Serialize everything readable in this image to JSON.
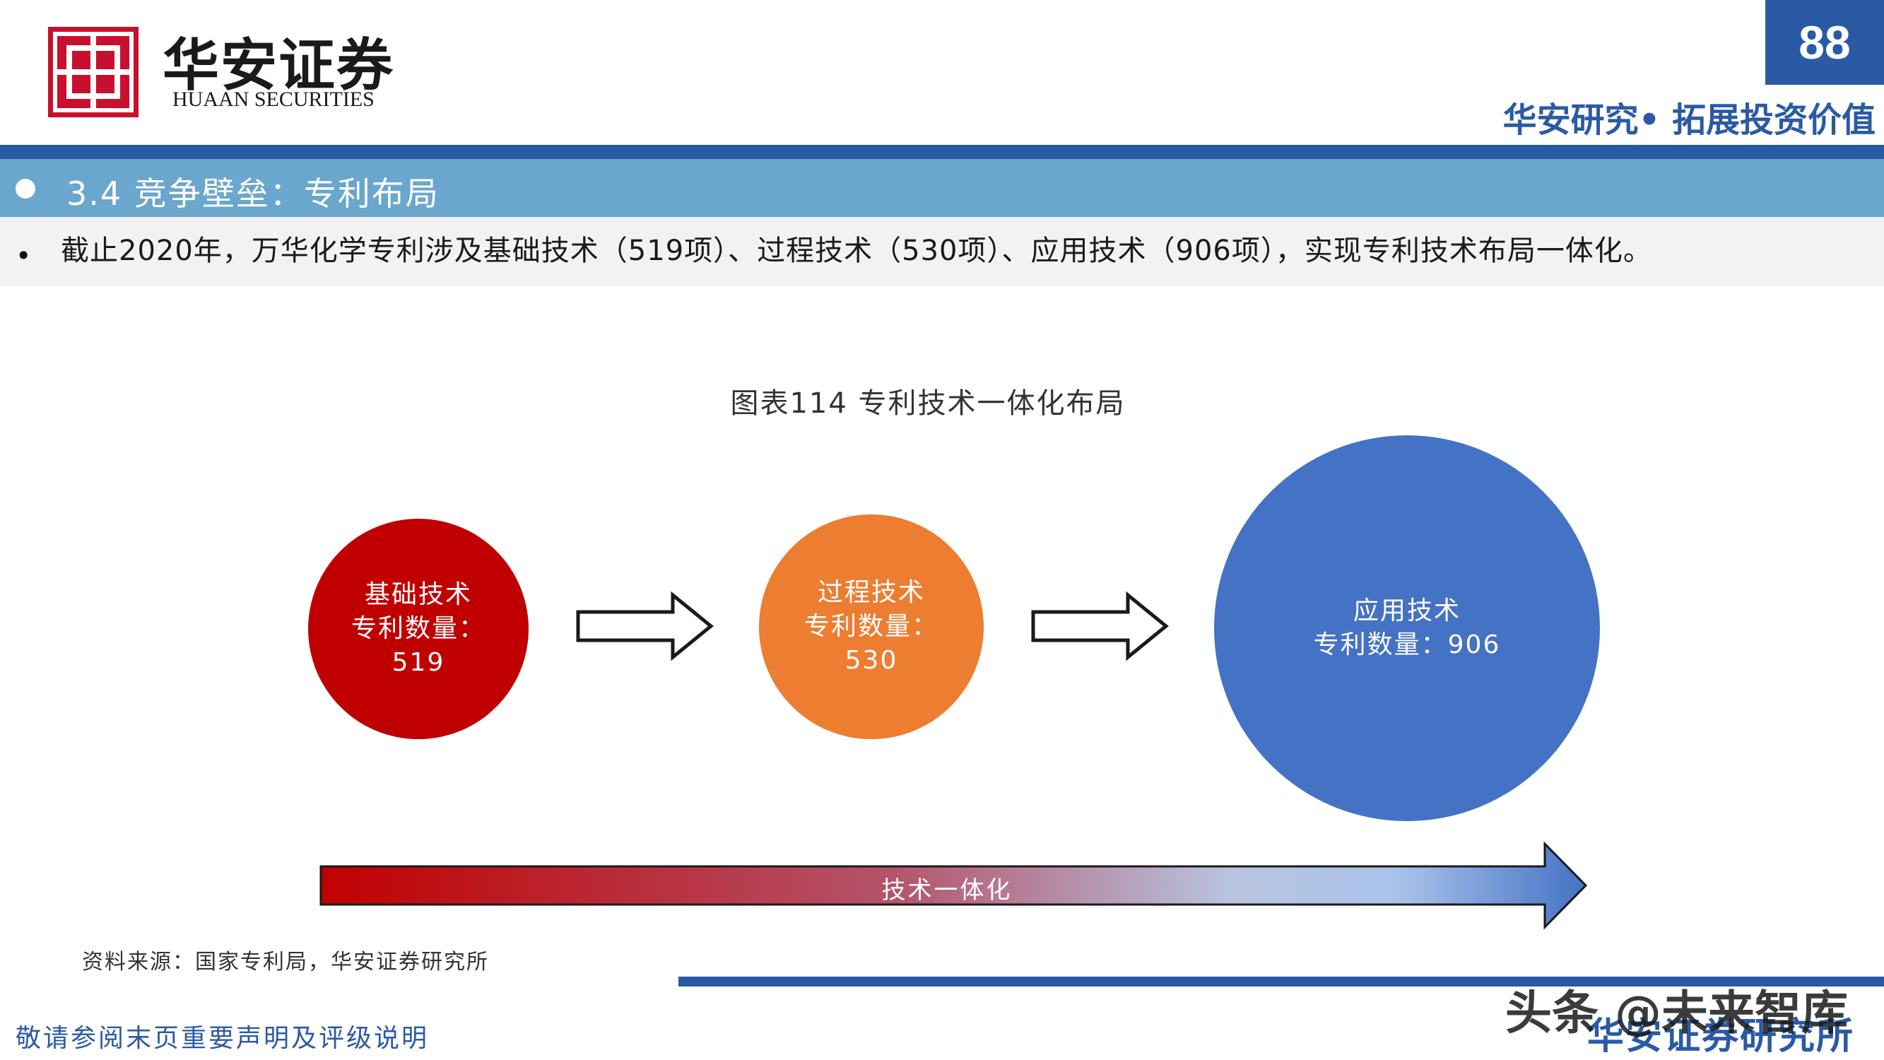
{
  "header": {
    "logo_cn": "华安证券",
    "logo_en": "HUAAN SECURITIES",
    "page_number": "88",
    "slogan": "华安研究• 拓展投资价值"
  },
  "section": {
    "title": "3.4 竞争壁垒：专利布局"
  },
  "bullet": {
    "marker": "•",
    "text": "截止2020年，万华化学专利涉及基础技术（519项）、过程技术（530项）、应用技术（906项），实现专利技术布局一体化。"
  },
  "figure": {
    "title": "图表114  专利技术一体化布局",
    "nodes": [
      {
        "name": "基础技术",
        "label": "专利数量：",
        "value": "519",
        "color": "#c00000"
      },
      {
        "name": "过程技术",
        "label": "专利数量：",
        "value": "530",
        "color": "#ed7d31"
      },
      {
        "name": "应用技术",
        "label": "专利数量：906",
        "color": "#4472c4"
      }
    ],
    "band_label": "技术一体化",
    "source": "资料来源：国家专利局，华安证券研究所"
  },
  "footer": {
    "disclaimer": "敬请参阅末页重要声明及评级说明",
    "org": "华安证券研究所",
    "watermark": "头条 @未来智库"
  },
  "colors": {
    "brand_blue": "#2b5aa5",
    "section_blue": "#6aa6cd",
    "brand_red": "#c8102e"
  }
}
